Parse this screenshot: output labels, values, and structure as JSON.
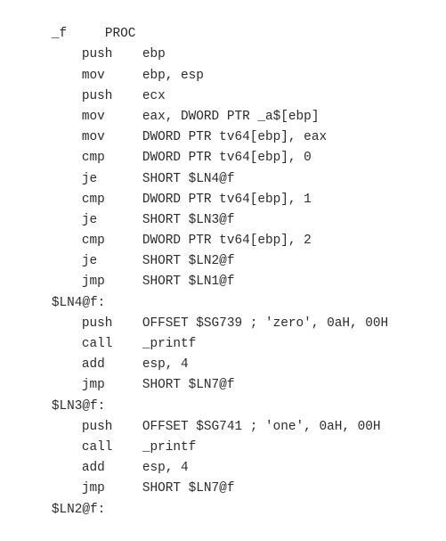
{
  "listing": {
    "lines": [
      {
        "kind": "proc",
        "label": "_f",
        "mnemonic": "PROC",
        "operands": ""
      },
      {
        "kind": "instr",
        "label": "",
        "mnemonic": "push",
        "operands": "ebp"
      },
      {
        "kind": "instr",
        "label": "",
        "mnemonic": "mov",
        "operands": "ebp, esp"
      },
      {
        "kind": "instr",
        "label": "",
        "mnemonic": "push",
        "operands": "ecx"
      },
      {
        "kind": "instr",
        "label": "",
        "mnemonic": "mov",
        "operands": "eax, DWORD PTR _a$[ebp]"
      },
      {
        "kind": "instr",
        "label": "",
        "mnemonic": "mov",
        "operands": "DWORD PTR tv64[ebp], eax"
      },
      {
        "kind": "instr",
        "label": "",
        "mnemonic": "cmp",
        "operands": "DWORD PTR tv64[ebp], 0"
      },
      {
        "kind": "instr",
        "label": "",
        "mnemonic": "je",
        "operands": "SHORT $LN4@f"
      },
      {
        "kind": "instr",
        "label": "",
        "mnemonic": "cmp",
        "operands": "DWORD PTR tv64[ebp], 1"
      },
      {
        "kind": "instr",
        "label": "",
        "mnemonic": "je",
        "operands": "SHORT $LN3@f"
      },
      {
        "kind": "instr",
        "label": "",
        "mnemonic": "cmp",
        "operands": "DWORD PTR tv64[ebp], 2"
      },
      {
        "kind": "instr",
        "label": "",
        "mnemonic": "je",
        "operands": "SHORT $LN2@f"
      },
      {
        "kind": "instr",
        "label": "",
        "mnemonic": "jmp",
        "operands": "SHORT $LN1@f"
      },
      {
        "kind": "label",
        "label": "$LN4@f:",
        "mnemonic": "",
        "operands": ""
      },
      {
        "kind": "instr",
        "label": "",
        "mnemonic": "push",
        "operands": "OFFSET $SG739 ; 'zero', 0aH, 00H"
      },
      {
        "kind": "instr",
        "label": "",
        "mnemonic": "call",
        "operands": "_printf"
      },
      {
        "kind": "instr",
        "label": "",
        "mnemonic": "add",
        "operands": "esp, 4"
      },
      {
        "kind": "instr",
        "label": "",
        "mnemonic": "jmp",
        "operands": "SHORT $LN7@f"
      },
      {
        "kind": "label",
        "label": "$LN3@f:",
        "mnemonic": "",
        "operands": ""
      },
      {
        "kind": "instr",
        "label": "",
        "mnemonic": "push",
        "operands": "OFFSET $SG741 ; 'one', 0aH, 00H"
      },
      {
        "kind": "instr",
        "label": "",
        "mnemonic": "call",
        "operands": "_printf"
      },
      {
        "kind": "instr",
        "label": "",
        "mnemonic": "add",
        "operands": "esp, 4"
      },
      {
        "kind": "instr",
        "label": "",
        "mnemonic": "jmp",
        "operands": "SHORT $LN7@f"
      },
      {
        "kind": "label",
        "label": "$LN2@f:",
        "mnemonic": "",
        "operands": ""
      }
    ]
  }
}
